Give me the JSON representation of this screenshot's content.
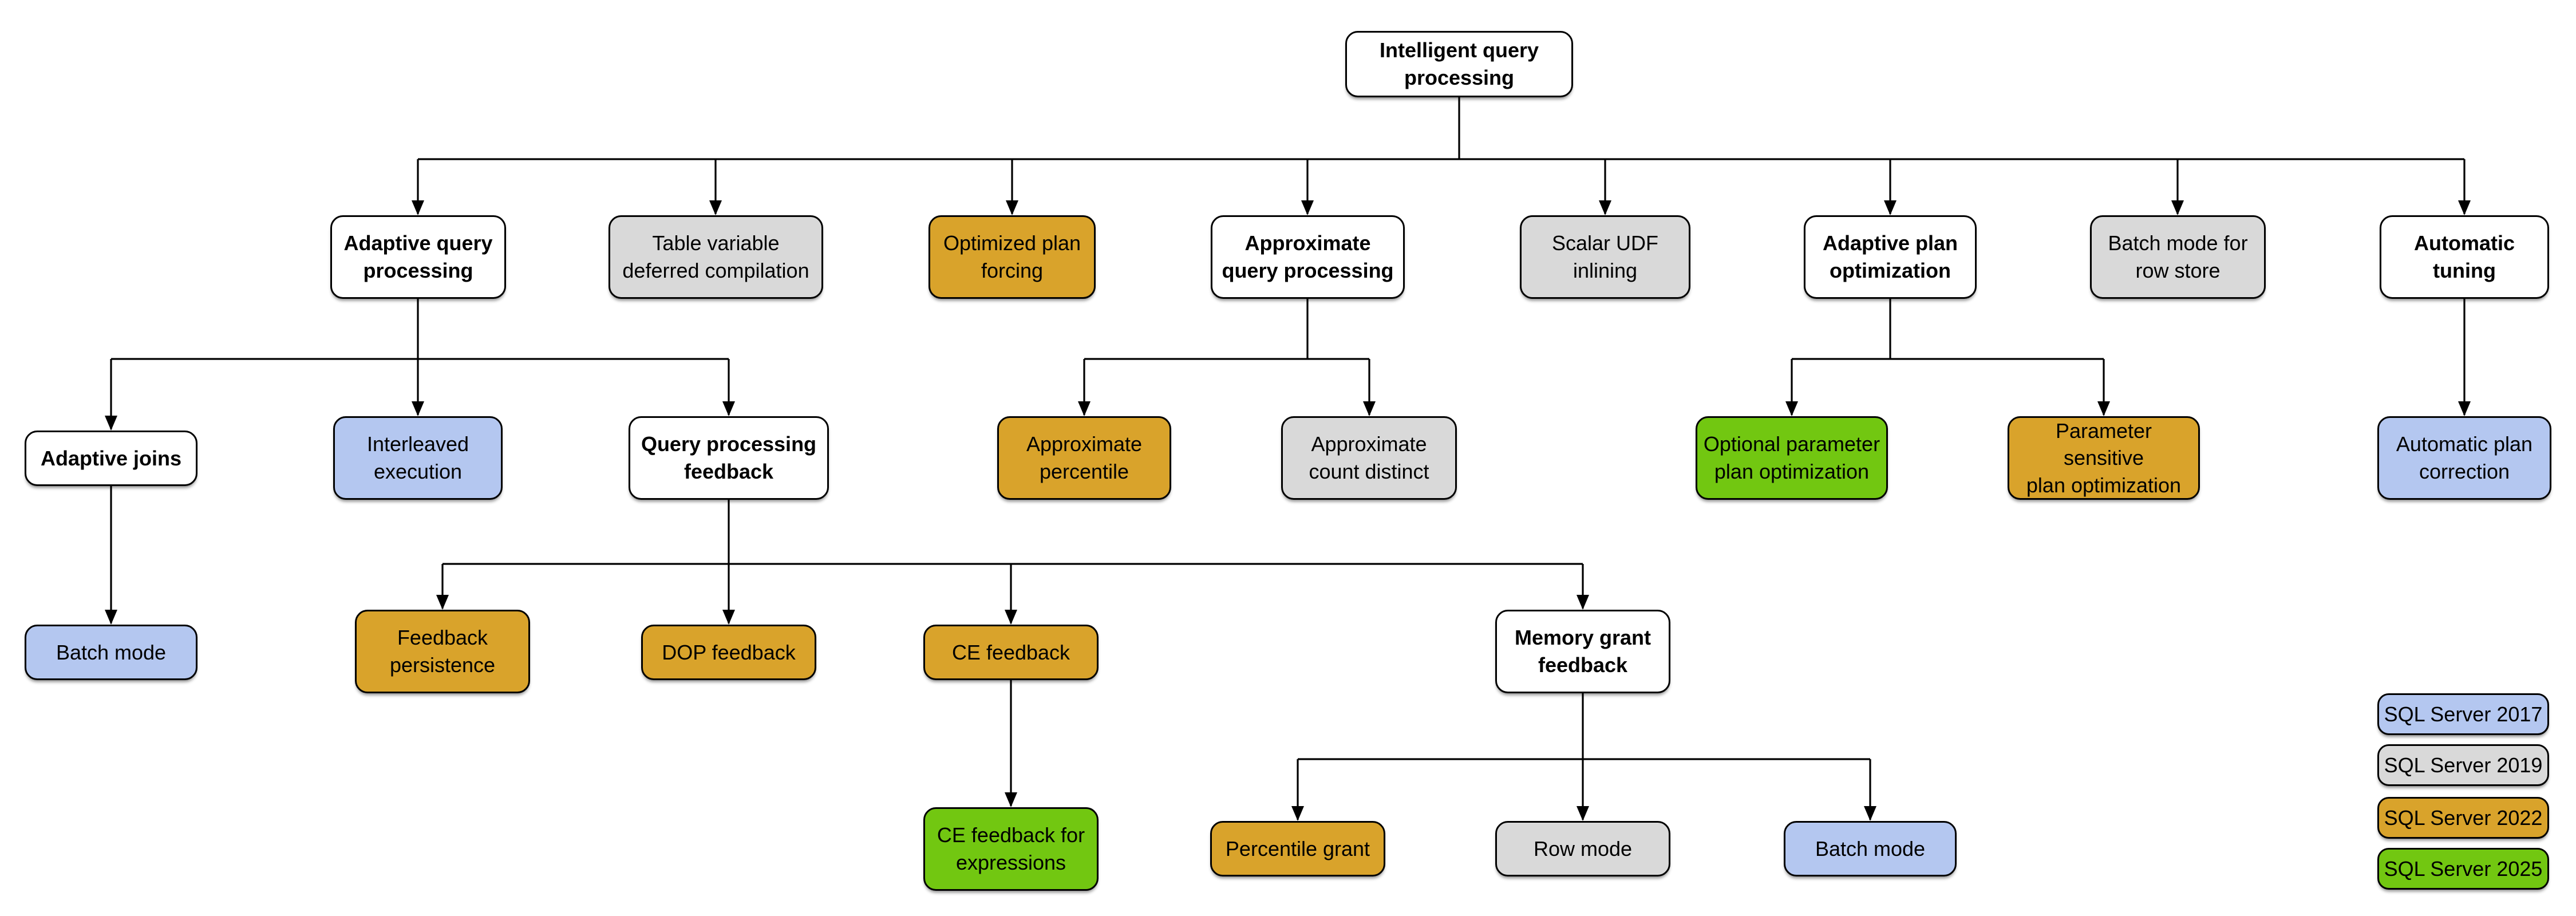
{
  "colors": {
    "plain": "#FFFFFF",
    "v2017": "#B4C7F0",
    "v2019": "#D9D9D9",
    "v2022": "#D9A32B",
    "v2025": "#72C711",
    "line": "#000000"
  },
  "nodes": {
    "iqp": {
      "label": "Intelligent query\nprocessing",
      "color_key": "plain"
    },
    "aqp": {
      "label": "Adaptive query\nprocessing",
      "color_key": "plain"
    },
    "tvdc": {
      "label": "Table variable\ndeferred compilation",
      "color_key": "v2019"
    },
    "opf": {
      "label": "Optimized plan\nforcing",
      "color_key": "v2022"
    },
    "axqp": {
      "label": "Approximate\nquery processing",
      "color_key": "plain"
    },
    "udf": {
      "label": "Scalar UDF\ninlining",
      "color_key": "v2019"
    },
    "apo": {
      "label": "Adaptive plan\noptimization",
      "color_key": "plain"
    },
    "bmrs": {
      "label": "Batch mode for\nrow store",
      "color_key": "v2019"
    },
    "at": {
      "label": "Automatic\ntuning",
      "color_key": "plain"
    },
    "aj": {
      "label": "Adaptive joins",
      "color_key": "plain"
    },
    "ie": {
      "label": "Interleaved\nexecution",
      "color_key": "v2017"
    },
    "qpf": {
      "label": "Query processing\nfeedback",
      "color_key": "plain"
    },
    "ap": {
      "label": "Approximate\npercentile",
      "color_key": "v2022"
    },
    "acd": {
      "label": "Approximate\ncount distinct",
      "color_key": "v2019"
    },
    "oppo": {
      "label": "Optional parameter\nplan optimization",
      "color_key": "v2025"
    },
    "pspo": {
      "label": "Parameter sensitive\nplan optimization",
      "color_key": "v2022"
    },
    "apc": {
      "label": "Automatic plan\ncorrection",
      "color_key": "v2017"
    },
    "bm_aj": {
      "label": "Batch mode",
      "color_key": "v2017"
    },
    "fp": {
      "label": "Feedback\npersistence",
      "color_key": "v2022"
    },
    "dop": {
      "label": "DOP feedback",
      "color_key": "v2022"
    },
    "cef": {
      "label": "CE feedback",
      "color_key": "v2022"
    },
    "mgf": {
      "label": "Memory grant\nfeedback",
      "color_key": "plain"
    },
    "cefe": {
      "label": "CE feedback for\nexpressions",
      "color_key": "v2025"
    },
    "pg": {
      "label": "Percentile grant",
      "color_key": "v2022"
    },
    "rm": {
      "label": "Row mode",
      "color_key": "v2019"
    },
    "bm_mgf": {
      "label": "Batch mode",
      "color_key": "v2017"
    }
  },
  "edges": [
    [
      "iqp",
      "aqp"
    ],
    [
      "iqp",
      "tvdc"
    ],
    [
      "iqp",
      "opf"
    ],
    [
      "iqp",
      "axqp"
    ],
    [
      "iqp",
      "udf"
    ],
    [
      "iqp",
      "apo"
    ],
    [
      "iqp",
      "bmrs"
    ],
    [
      "iqp",
      "at"
    ],
    [
      "aqp",
      "aj"
    ],
    [
      "aqp",
      "ie"
    ],
    [
      "aqp",
      "qpf"
    ],
    [
      "axqp",
      "ap"
    ],
    [
      "axqp",
      "acd"
    ],
    [
      "apo",
      "oppo"
    ],
    [
      "apo",
      "pspo"
    ],
    [
      "at",
      "apc"
    ],
    [
      "aj",
      "bm_aj"
    ],
    [
      "qpf",
      "fp"
    ],
    [
      "qpf",
      "dop"
    ],
    [
      "qpf",
      "cef"
    ],
    [
      "qpf",
      "mgf"
    ],
    [
      "cef",
      "cefe"
    ],
    [
      "mgf",
      "pg"
    ],
    [
      "mgf",
      "rm"
    ],
    [
      "mgf",
      "bm_mgf"
    ]
  ],
  "legend": {
    "items": [
      {
        "label": "SQL Server 2017",
        "color_key": "v2017"
      },
      {
        "label": "SQL Server 2019",
        "color_key": "v2019"
      },
      {
        "label": "SQL Server 2022",
        "color_key": "v2022"
      },
      {
        "label": "SQL Server 2025",
        "color_key": "v2025"
      }
    ]
  }
}
